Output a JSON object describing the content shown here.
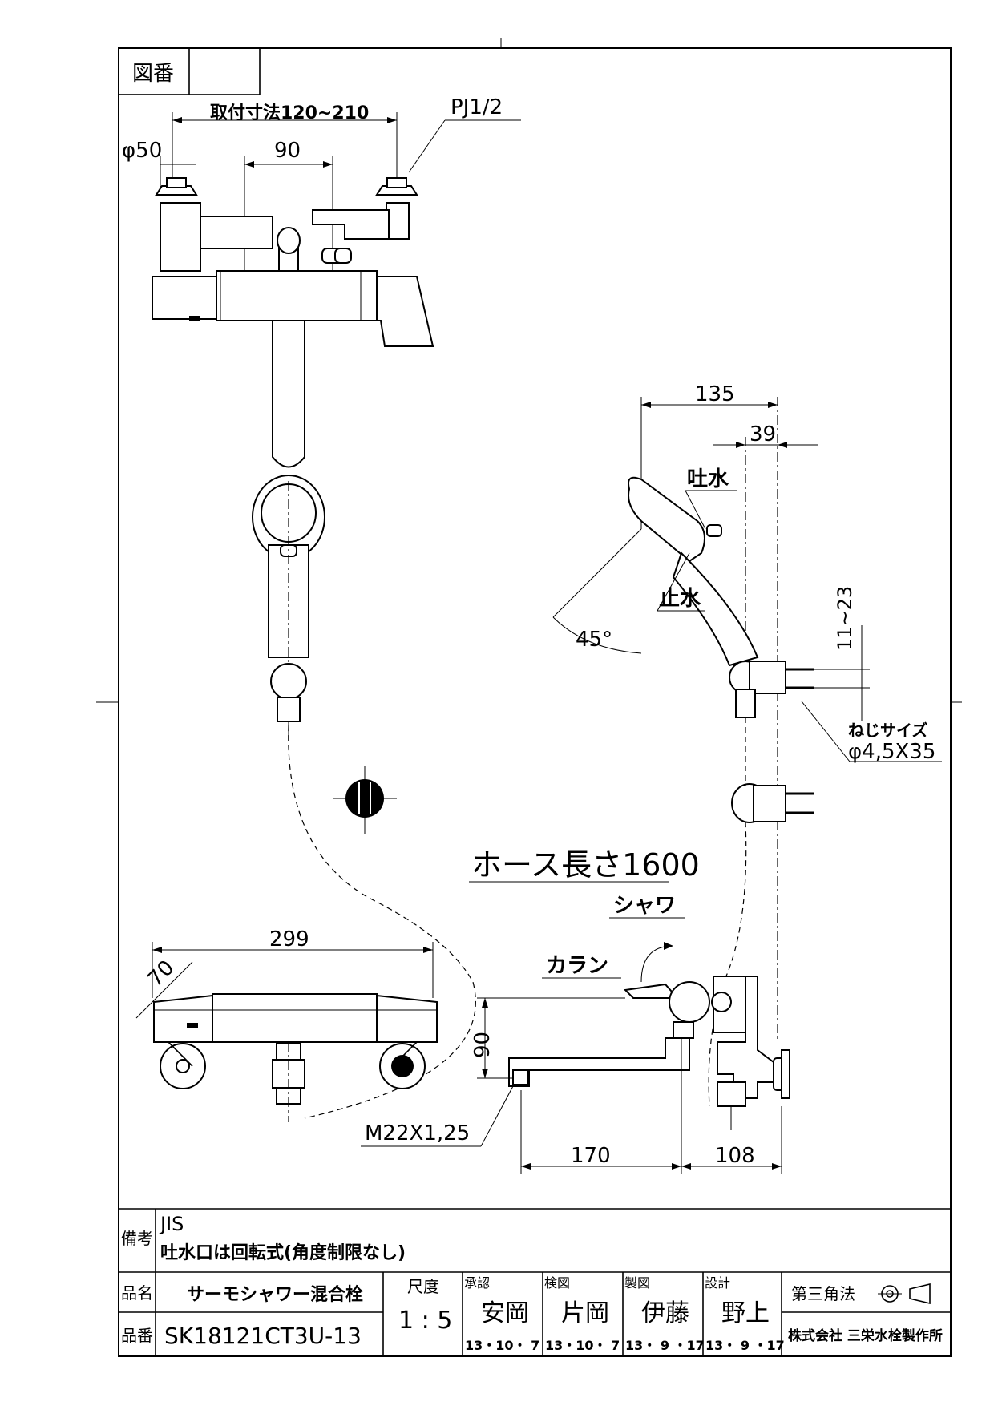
{
  "header": {
    "zuban_label": "図番",
    "zuban_value": ""
  },
  "dims": {
    "mount": "取付寸法120~210",
    "pj": "PJ1/2",
    "phi50": "φ50",
    "d90_top": "90",
    "d135": "135",
    "d39": "39",
    "tosui": "吐水",
    "shisui": "止水",
    "deg45": "45°",
    "d11_23": "11~23",
    "screw_title": "ねじサイズ",
    "screw_size": "φ4,5X35",
    "hose": "ホース長さ1600",
    "shower": "シャワ",
    "caran": "カラン",
    "d299": "299",
    "d70": "70",
    "d90_side": "90",
    "m22": "M22X1,25",
    "d170": "170",
    "d108": "108"
  },
  "notes": {
    "label": "備考",
    "line1": "JIS",
    "line2": "吐水口は回転式(角度制限なし)"
  },
  "title_block": {
    "hinmei_label": "品名",
    "hinmei": "サーモシャワー混合栓",
    "hinban_label": "品番",
    "hinban": "SK18121CT3U-13",
    "scale_label": "尺度",
    "scale": "1 : 5",
    "approvals": [
      {
        "role": "承認",
        "name": "安岡",
        "date": "13・10・ 7"
      },
      {
        "role": "検図",
        "name": "片岡",
        "date": "13・10・ 7"
      },
      {
        "role": "製図",
        "name": "伊藤",
        "date": "13・ 9 ・17"
      },
      {
        "role": "設計",
        "name": "野上",
        "date": "13・ 9 ・17"
      }
    ],
    "projection": "第三角法",
    "company": "株式会社 三栄水栓製作所"
  }
}
